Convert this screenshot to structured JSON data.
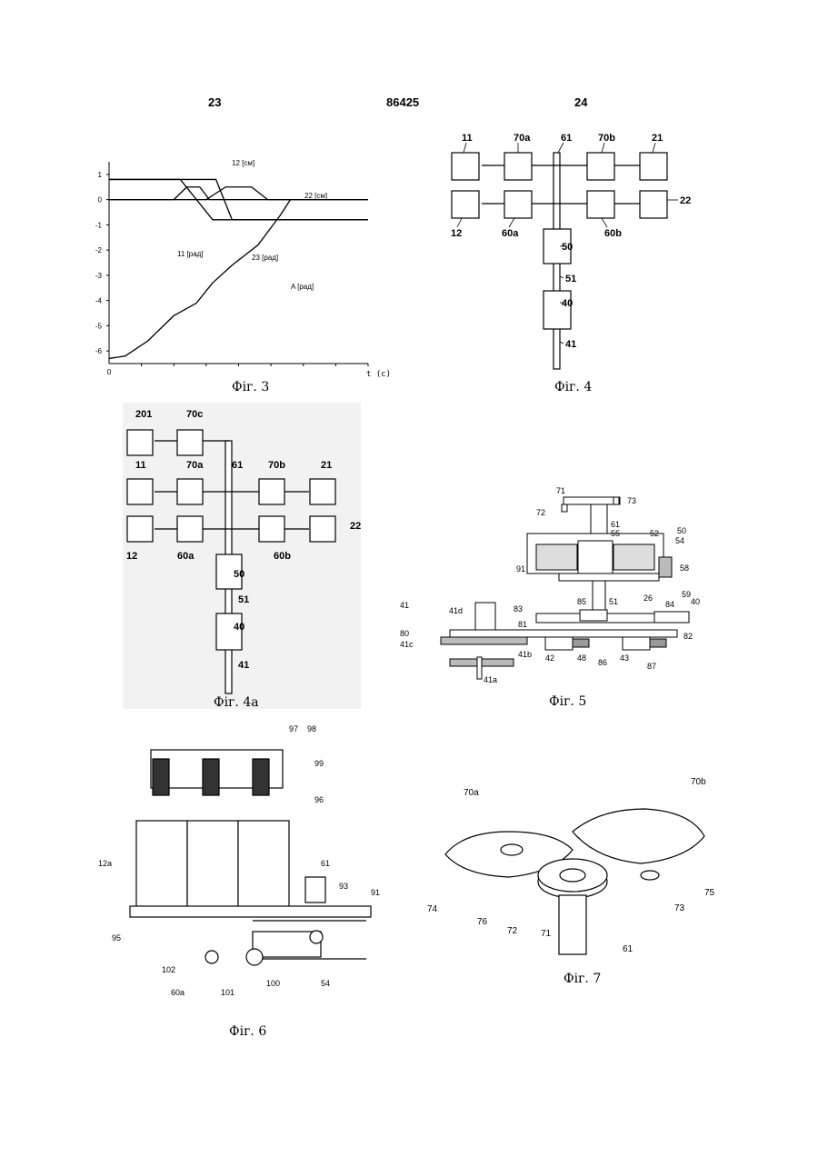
{
  "header": {
    "left": "23",
    "center": "86425",
    "right": "24"
  },
  "figures": {
    "fig3": {
      "caption": "Фіг. 3"
    },
    "fig4": {
      "caption": "Фіг. 4"
    },
    "fig4a": {
      "caption": "Фіг. 4а"
    },
    "fig5": {
      "caption": "Фіг. 5"
    },
    "fig6": {
      "caption": "Фіг. 6"
    },
    "fig7": {
      "caption": "Фіг. 7"
    }
  },
  "chart_data": {
    "type": "line",
    "xlabel": "t (c)",
    "ylabel": "",
    "x_tick_labels": [
      "0"
    ],
    "y_tick_labels": [
      "1",
      "0",
      "-1",
      "-2",
      "-3",
      "-4",
      "-5",
      "-6"
    ],
    "ylim": [
      -6.5,
      1.5
    ],
    "xlim": [
      0,
      8
    ],
    "series": [
      {
        "name": "12 [см]",
        "x": [
          0,
          2.2,
          3.2,
          3.7,
          8
        ],
        "y": [
          0.8,
          0.8,
          -0.8,
          -0.8,
          -0.8
        ]
      },
      {
        "name": "11 [рад]",
        "x": [
          0,
          2.0,
          2.4,
          2.8,
          3.1,
          8
        ],
        "y": [
          0,
          0,
          0.5,
          0.5,
          0,
          0
        ]
      },
      {
        "name": "22 [см]",
        "x": [
          0,
          3.0,
          3.6,
          4.4,
          4.9,
          8
        ],
        "y": [
          0,
          0,
          0.5,
          0.5,
          0,
          0
        ]
      },
      {
        "name": "23 [рад]",
        "x": [
          0,
          3.3,
          3.8,
          5.0,
          8
        ],
        "y": [
          0.8,
          0.8,
          -0.8,
          -0.8,
          -0.8
        ]
      },
      {
        "name": "A [рад]",
        "x": [
          0,
          0.5,
          1.2,
          2.0,
          2.7,
          3.2,
          3.8,
          4.6,
          5.3,
          5.6
        ],
        "y": [
          -6.3,
          -6.2,
          -5.6,
          -4.6,
          -4.1,
          -3.3,
          -2.6,
          -1.8,
          -0.6,
          0
        ]
      }
    ]
  },
  "fig4_labels": {
    "b11": "11",
    "b70a": "70a",
    "s61": "61",
    "b70b": "70b",
    "b21": "21",
    "b12": "12",
    "b60a": "60a",
    "b60b": "60b",
    "b22": "22",
    "b50": "50",
    "s51": "51",
    "b40": "40",
    "s41": "41"
  },
  "fig4a_labels": {
    "b201": "201",
    "b70c": "70c",
    "b11": "11",
    "b70a": "70a",
    "s61": "61",
    "b70b": "70b",
    "b21": "21",
    "b12": "12",
    "b60a": "60a",
    "b60b": "60b",
    "b22": "22",
    "b50": "50",
    "s51": "51",
    "b40": "40",
    "s41": "41"
  },
  "fig5_labels": {
    "l71": "71",
    "l73": "73",
    "l72": "72",
    "l61": "61",
    "l55": "55",
    "l52": "52",
    "l50": "50",
    "l54": "54",
    "l58": "58",
    "l91": "91",
    "l26": "26",
    "l59": "59",
    "l41": "41",
    "l41d": "41d",
    "l83": "83",
    "l85": "85",
    "l51": "51",
    "l84": "84",
    "l40": "40",
    "l81": "81",
    "l80": "80",
    "l82": "82",
    "l41c": "41c",
    "l41b": "41b",
    "l42": "42",
    "l48": "48",
    "l86": "86",
    "l43": "43",
    "l87": "87",
    "l41a": "41a"
  },
  "fig6_labels": {
    "l97": "97",
    "l98": "98",
    "l99": "99",
    "l96": "96",
    "l12a": "12a",
    "l61": "61",
    "l93": "93",
    "l91": "91",
    "l95": "95",
    "l102": "102",
    "l101": "101",
    "l100": "100",
    "l54": "54",
    "l60a": "60a"
  },
  "fig7_labels": {
    "l70a": "70a",
    "l70b": "70b",
    "l74": "74",
    "l76": "76",
    "l72": "72",
    "l71": "71",
    "l73": "73",
    "l75": "75",
    "l61": "61"
  }
}
